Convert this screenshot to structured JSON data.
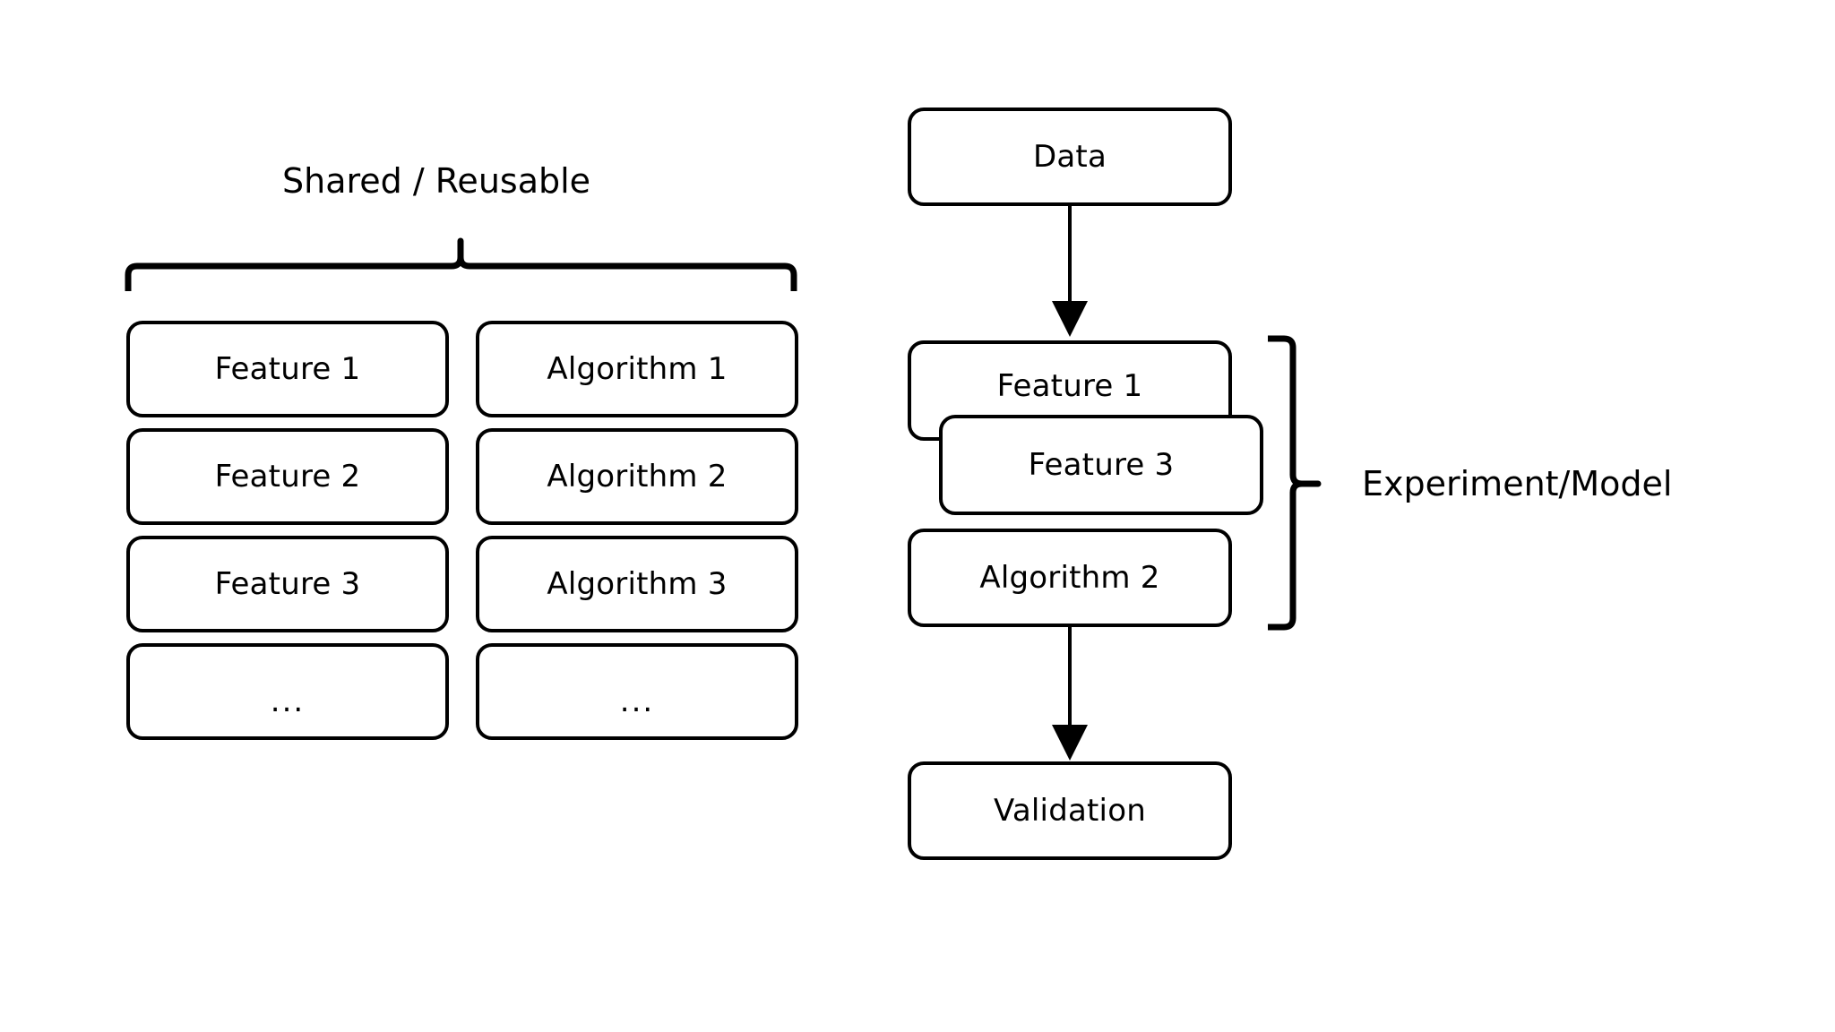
{
  "diagram": {
    "title_left": "Shared / Reusable",
    "label_right": "Experiment/Model",
    "left_panel": {
      "heading": "Shared / Reusable",
      "columns": [
        {
          "name": "features-column",
          "items": [
            "Feature 1",
            "Feature 2",
            "Feature 3",
            "..."
          ]
        },
        {
          "name": "algorithms-column",
          "items": [
            "Algorithm 1",
            "Algorithm 2",
            "Algorithm 3",
            "..."
          ]
        }
      ]
    },
    "right_panel": {
      "bracket_label": "Experiment/Model",
      "nodes": {
        "data": "Data",
        "feature_1": "Feature 1",
        "feature_3": "Feature 3",
        "algorithm_2": "Algorithm 2",
        "validation": "Validation"
      },
      "flow": [
        {
          "from": "Data",
          "to": "Feature 1"
        },
        {
          "from": "Algorithm 2",
          "to": "Validation"
        }
      ]
    },
    "colors": {
      "stroke": "#000000",
      "fill": "#ffffff",
      "text": "#000000"
    }
  }
}
